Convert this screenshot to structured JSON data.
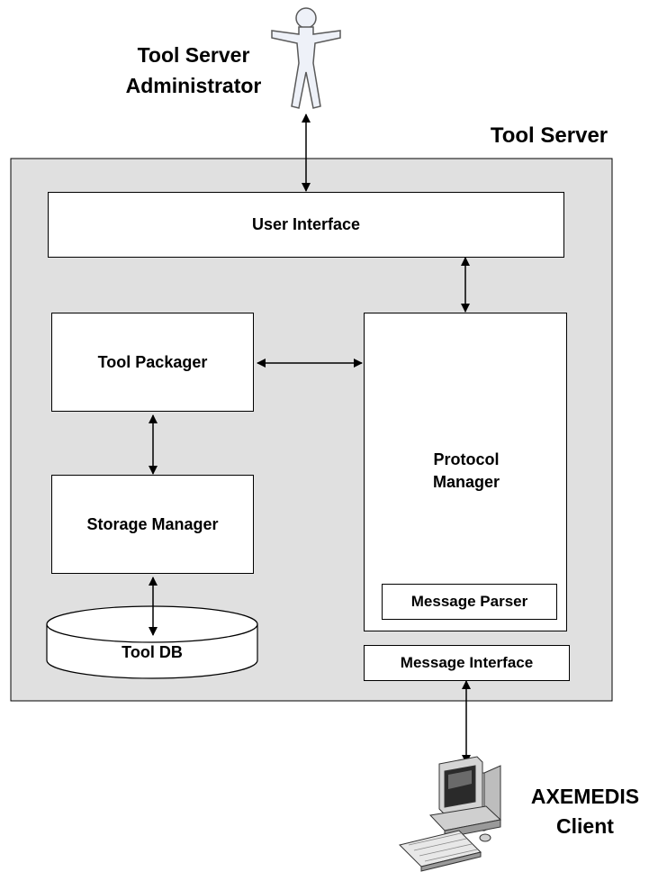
{
  "actor": {
    "label_line1": "Tool Server",
    "label_line2": "Administrator",
    "icon": "person-icon"
  },
  "server": {
    "title": "Tool Server",
    "background": "#e0e0e0"
  },
  "components": {
    "user_interface": "User Interface",
    "tool_packager": "Tool Packager",
    "storage_manager": "Storage Manager",
    "protocol_manager_line1": "Protocol",
    "protocol_manager_line2": "Manager",
    "message_parser": "Message Parser",
    "message_interface": "Message Interface",
    "tool_db": "Tool DB"
  },
  "client": {
    "label_line1": "AXEMEDIS",
    "label_line2": "Client",
    "icon": "computer-icon"
  }
}
